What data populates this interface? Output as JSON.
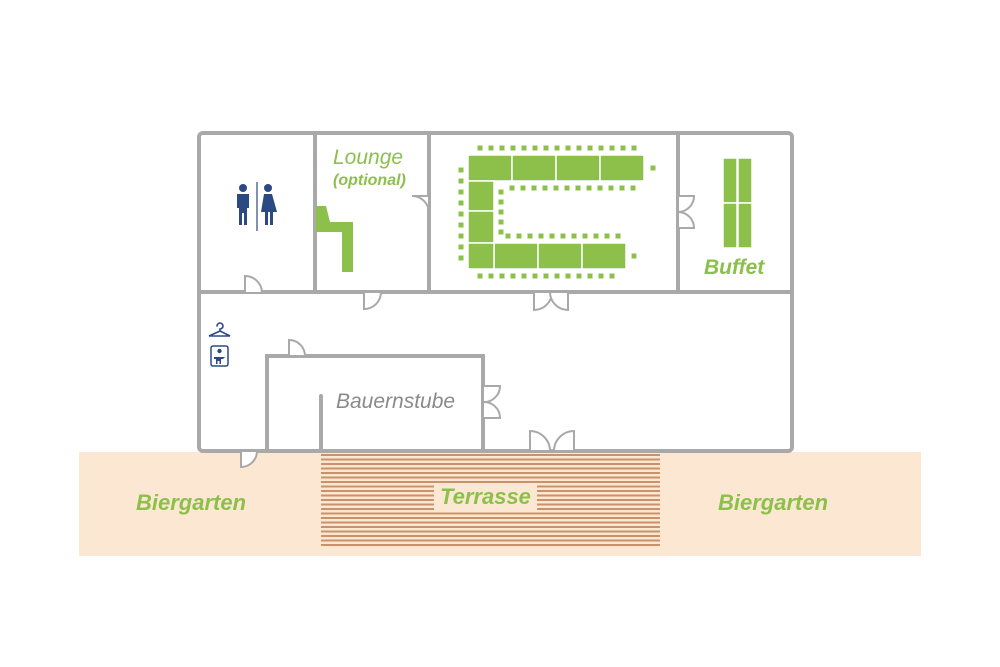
{
  "labels": {
    "lounge": "Lounge",
    "lounge_note": "(optional)",
    "buffet": "Buffet",
    "bauernstube": "Bauernstube",
    "terrasse": "Terrasse",
    "biergarten_left": "Biergarten",
    "biergarten_right": "Biergarten"
  },
  "icons": [
    "restroom-icon",
    "coat-hanger-icon",
    "baby-changing-icon"
  ],
  "colors": {
    "wall": "#a9a9a9",
    "furniture": "#8cc04b",
    "garden": "#fce8d2",
    "terrace_stripe": "#c9926a",
    "icon": "#2b4a83",
    "text_gray": "#8a8a8a"
  }
}
